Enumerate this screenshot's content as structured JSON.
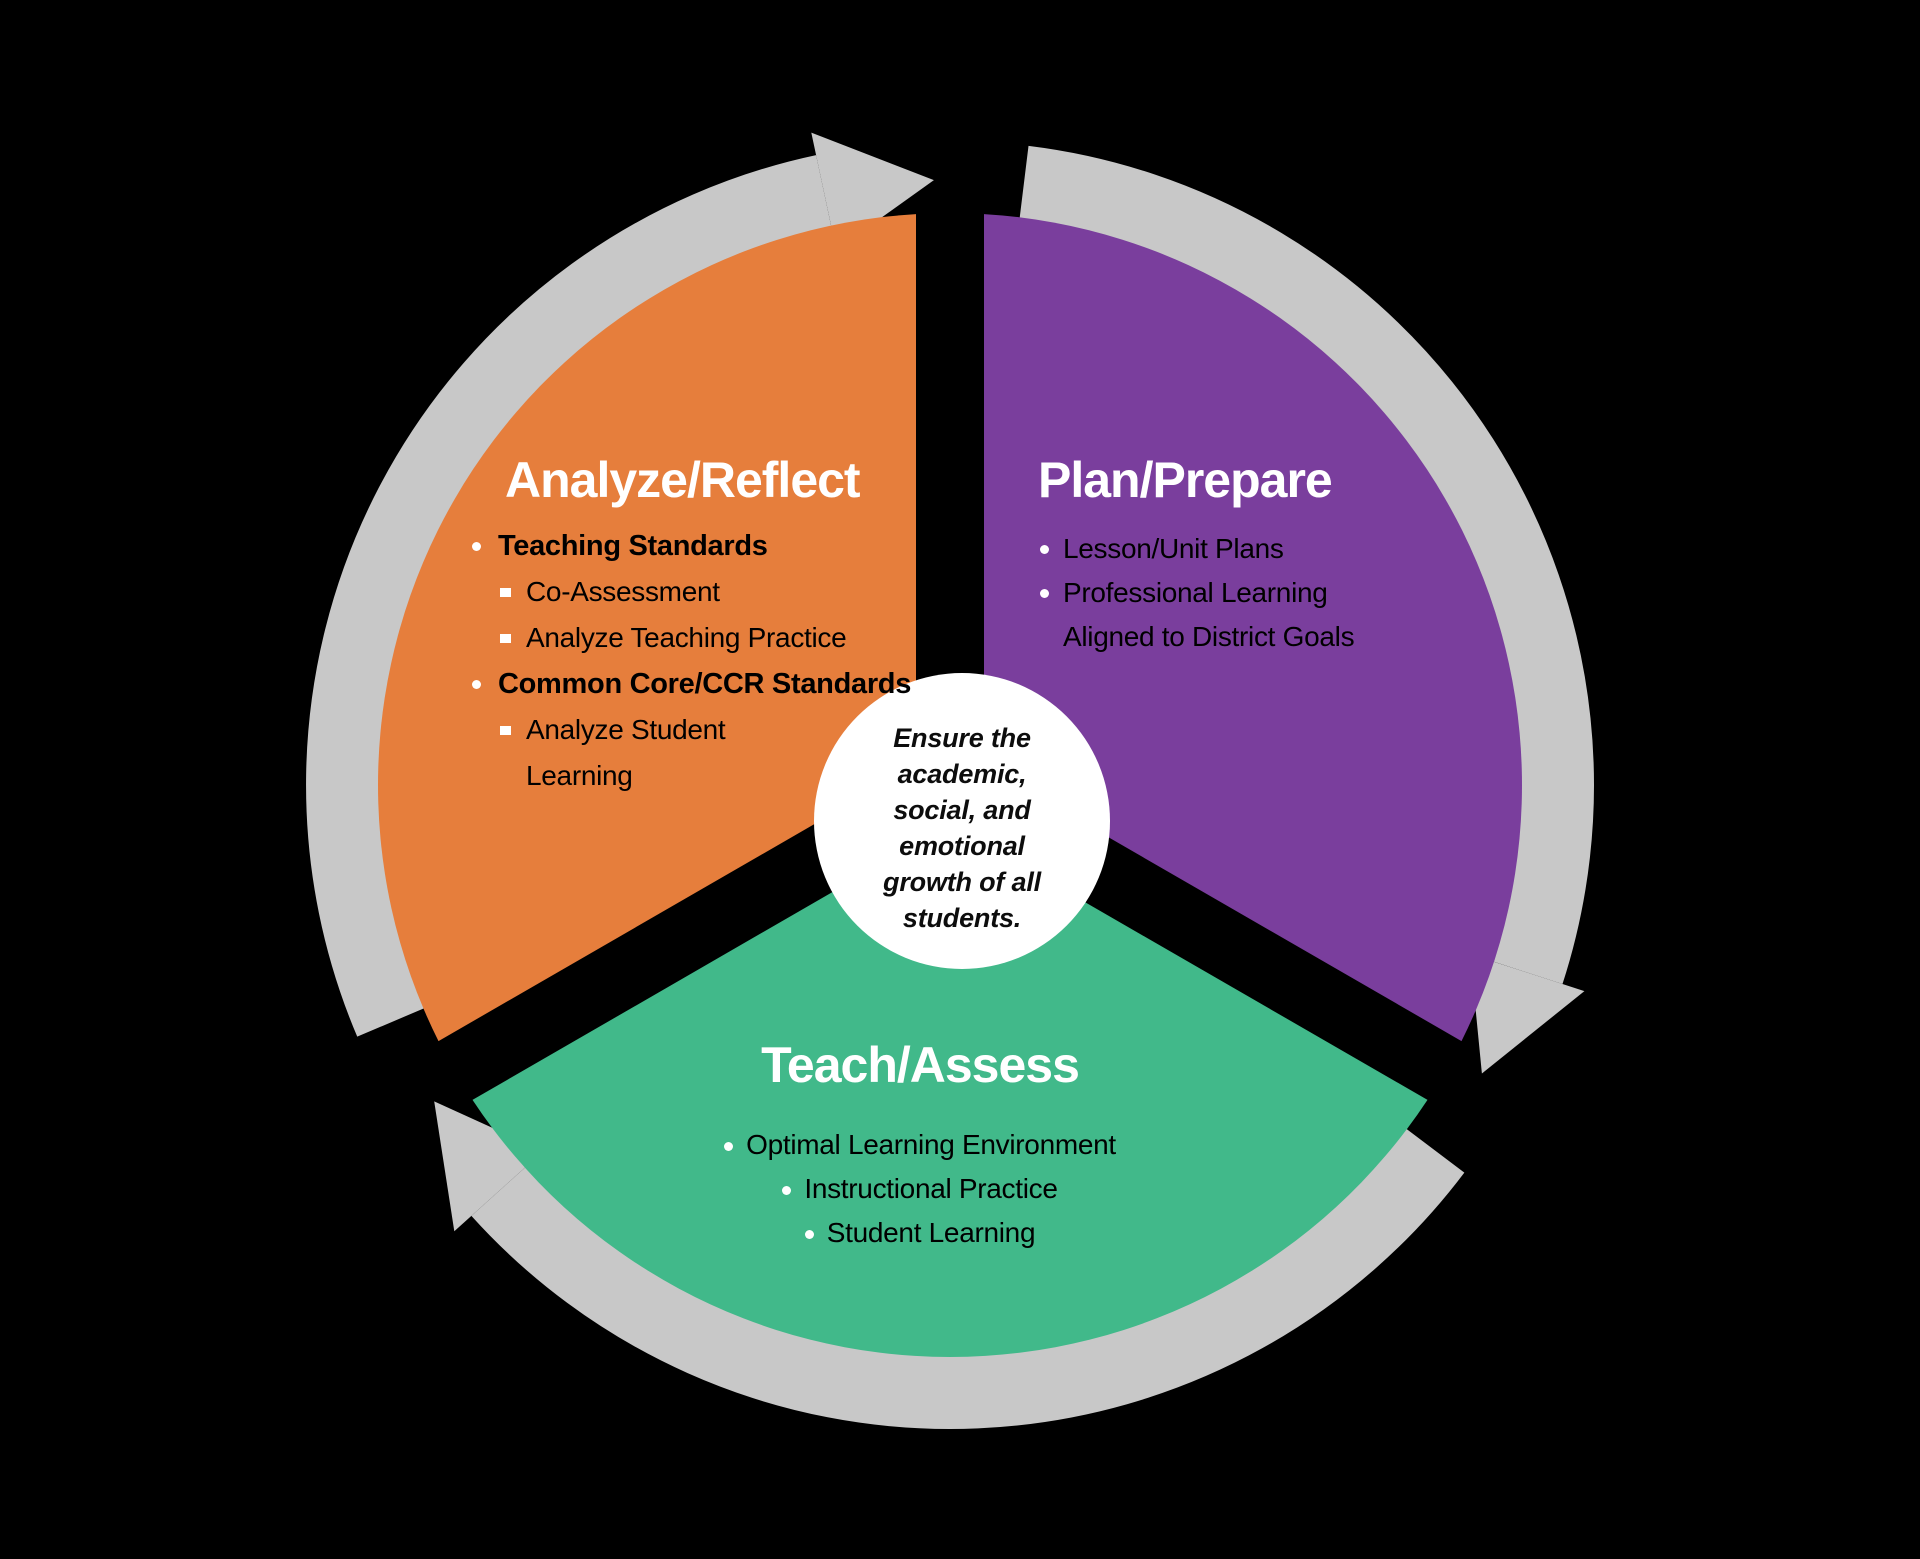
{
  "colors": {
    "background": "#000000",
    "orange": "#E67E3C",
    "purple": "#7A3E9D",
    "green": "#41B98A",
    "arrow_gray": "#C8C8C8",
    "circle_fill": "#FFFFFF",
    "circle_text": "#0D0D0D",
    "segment_text": "#FFFFFF"
  },
  "center_circle": {
    "lines": [
      "Ensure the",
      "academic,",
      "social, and",
      "emotional",
      "growth of all",
      "students."
    ]
  },
  "segments": {
    "analyze": {
      "title": "Analyze/Reflect",
      "lines": [
        {
          "text": "Teaching Standards"
        },
        {
          "text": "Co-Assessment"
        },
        {
          "text": "Analyze Teaching Practice"
        },
        {
          "text": "Common Core/CCR Standards"
        },
        {
          "text": "Analyze Student"
        },
        {
          "text": "Learning"
        }
      ]
    },
    "plan": {
      "title": "Plan/Prepare",
      "lines": [
        {
          "text": "Lesson/Unit Plans"
        },
        {
          "text": "Professional Learning"
        },
        {
          "text": "Aligned to District Goals"
        }
      ]
    },
    "teach": {
      "title": "Teach/Assess",
      "lines": [
        {
          "text": "Optimal Learning Environment"
        },
        {
          "text": "Instructional Practice"
        },
        {
          "text": "Student Learning"
        }
      ]
    }
  }
}
